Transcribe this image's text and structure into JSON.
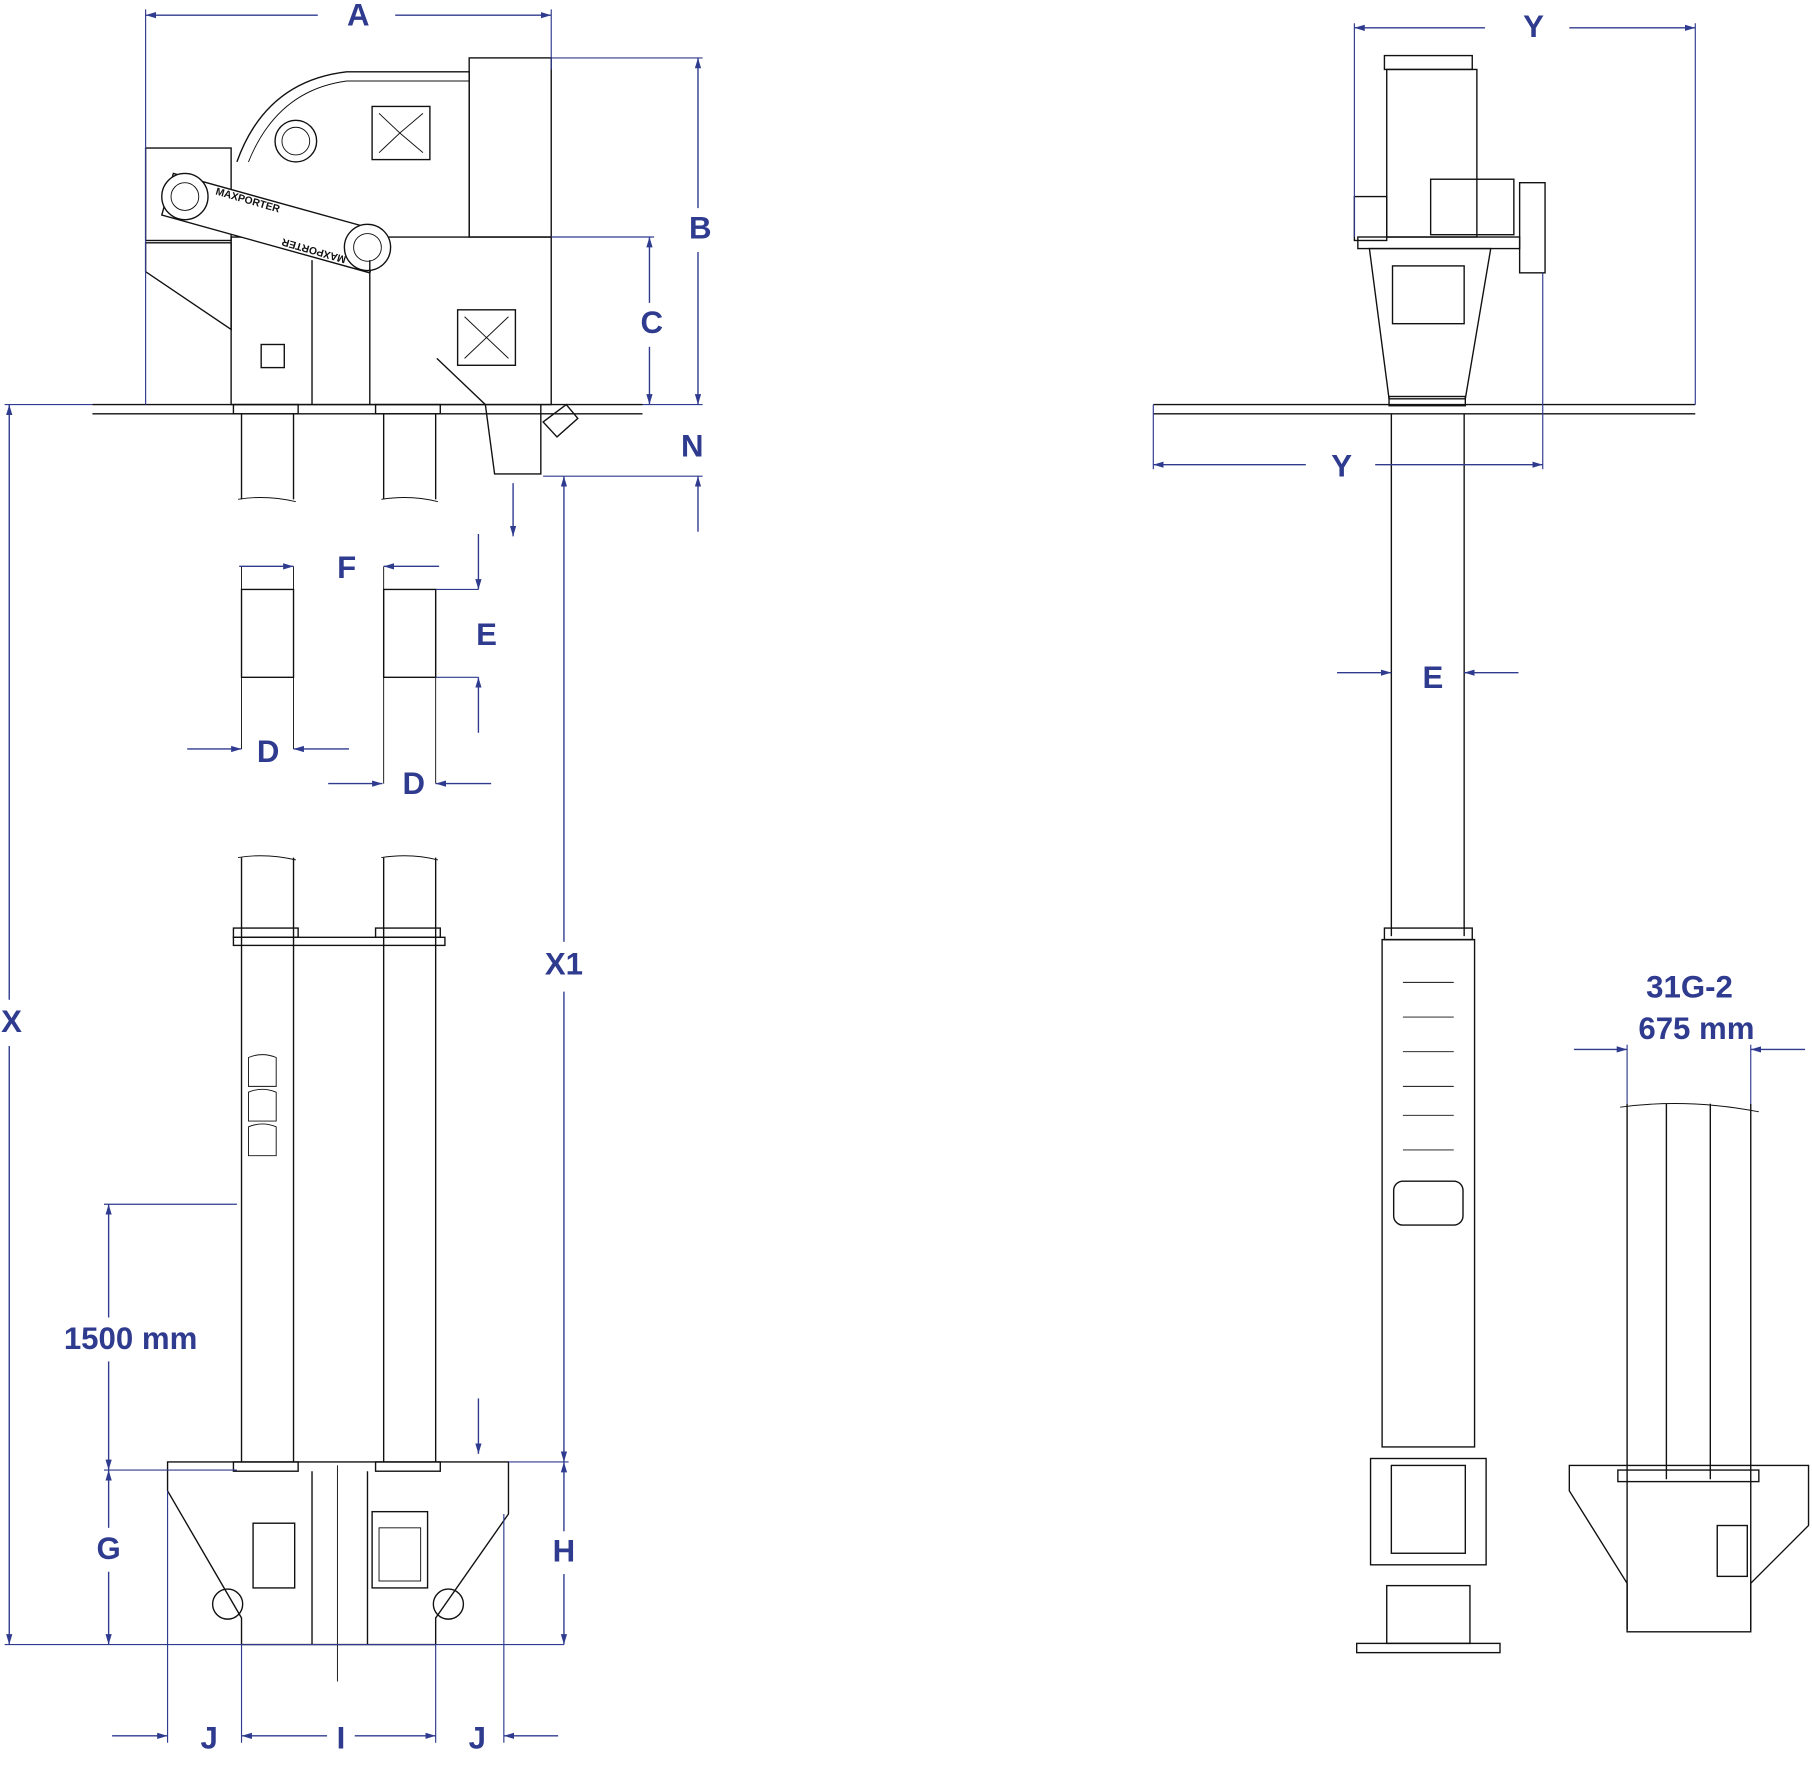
{
  "labels": {
    "A": "A",
    "B": "B",
    "C": "C",
    "N": "N",
    "F": "F",
    "E_left": "E",
    "D_1": "D",
    "D_2": "D",
    "X": "X",
    "X1": "X1",
    "height_1500": "1500 mm",
    "G": "G",
    "H": "H",
    "J_left": "J",
    "I": "I",
    "J_right": "J",
    "Y_top": "Y",
    "Y_bottom": "Y",
    "E_right": "E",
    "model": "31G-2",
    "width_675": "675 mm"
  },
  "logo_text": [
    "MAXPORTER",
    "MAXPORTER"
  ],
  "colors": {
    "dimension": "#2f3b8f",
    "line": "#111111"
  }
}
